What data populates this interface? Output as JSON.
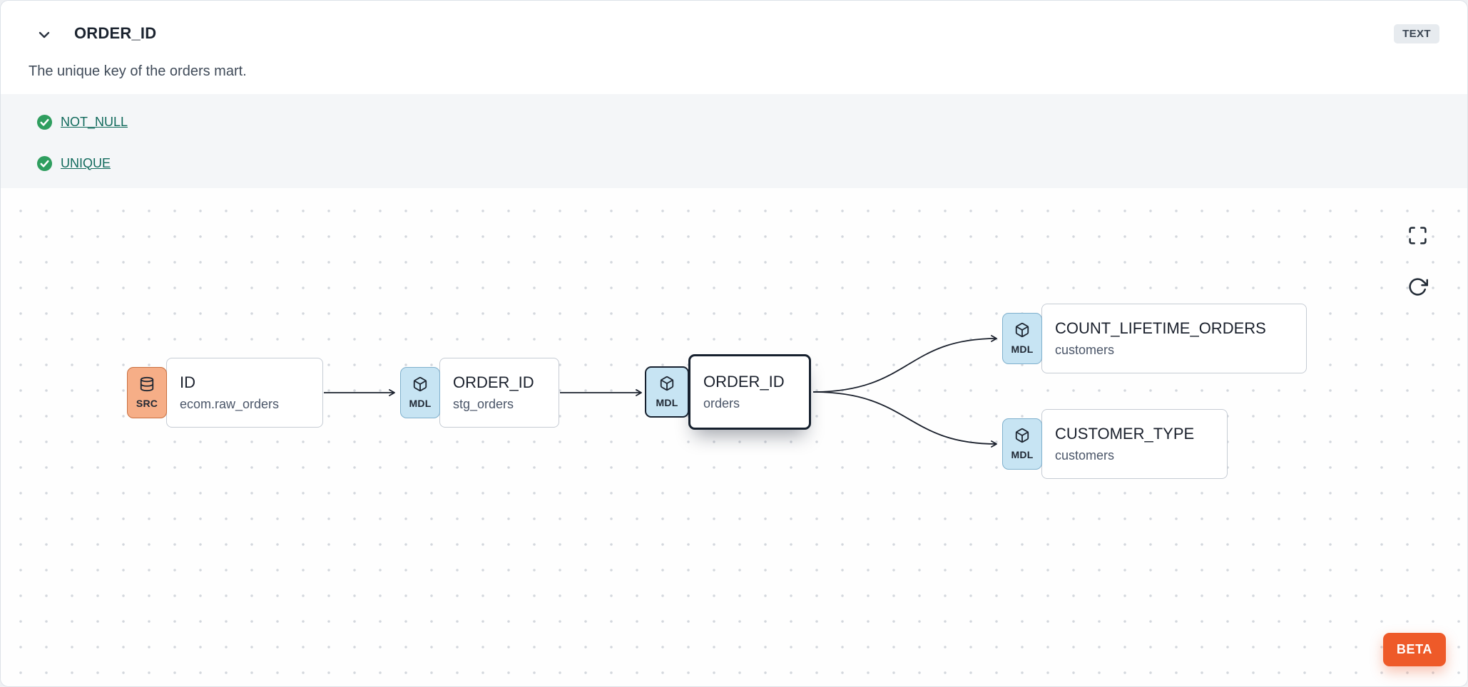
{
  "header": {
    "title": "ORDER_ID",
    "type_badge": "TEXT",
    "description": "The unique key of the orders mart."
  },
  "tests": [
    {
      "label": "NOT_NULL",
      "status": "pass"
    },
    {
      "label": "UNIQUE",
      "status": "pass"
    }
  ],
  "lineage": {
    "nodes": [
      {
        "badge": "SRC",
        "icon": "database-icon",
        "title": "ID",
        "subtitle": "ecom.raw_orders",
        "selected": false
      },
      {
        "badge": "MDL",
        "icon": "cube-icon",
        "title": "ORDER_ID",
        "subtitle": "stg_orders",
        "selected": false
      },
      {
        "badge": "MDL",
        "icon": "cube-icon",
        "title": "ORDER_ID",
        "subtitle": "orders",
        "selected": true
      },
      {
        "badge": "MDL",
        "icon": "cube-icon",
        "title": "COUNT_LIFETIME_ORDERS",
        "subtitle": "customers",
        "selected": false
      },
      {
        "badge": "MDL",
        "icon": "cube-icon",
        "title": "CUSTOMER_TYPE",
        "subtitle": "customers",
        "selected": false
      }
    ]
  },
  "beta_label": "BETA",
  "colors": {
    "accent_orange": "#EE5A29",
    "src_chip": "#F6AE87",
    "mdl_chip": "#C7E4F3",
    "test_green": "#2F9E5F",
    "link_teal": "#116A5C",
    "selected_border": "#16202E"
  }
}
